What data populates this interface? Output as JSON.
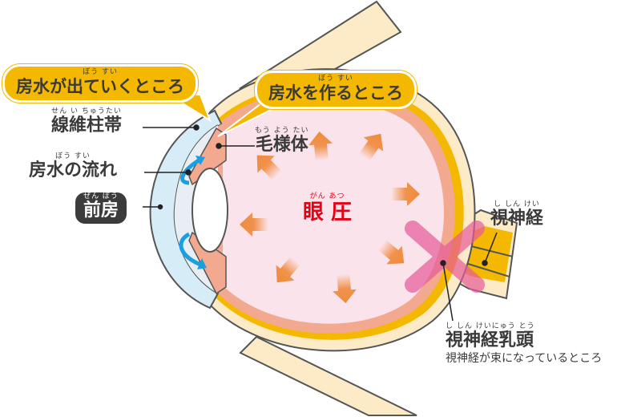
{
  "callouts": {
    "outflow": {
      "ruby": "ぼう すい",
      "text": "房水が出ていくところ"
    },
    "production": {
      "ruby": "ぼう すい",
      "text": "房水を作るところ"
    }
  },
  "labels": {
    "zonule": {
      "ruby": "せん い ちゅうたい",
      "text": "線維柱帯"
    },
    "ciliary_body": {
      "ruby": "もう よう たい",
      "text": "毛様体"
    },
    "aqueous_flow": {
      "ruby": "ぼう すい",
      "text": "房水の流れ"
    },
    "anterior_chamber": {
      "ruby": "ぜん ぼう",
      "text": "前房"
    },
    "intraocular_pressure": {
      "ruby": "がん あつ",
      "text": "眼 圧"
    },
    "optic_nerve": {
      "ruby": "し しん けい",
      "text": "視神経"
    },
    "optic_disc": {
      "ruby": "し しん けいにゅう とう",
      "text": "視神経乳頭",
      "note": "視神経が束になっているところ"
    }
  },
  "colors": {
    "callout": "#f4b800",
    "pressure_text": "#e60012",
    "pressure_arrow": "#ef8a3c",
    "vitreous": "#fbe3ec",
    "sclera": "#fdebc8",
    "retina": "#f2a98f",
    "choroid": "#f5b800",
    "cornea": "#d6ecf7",
    "flow_arrow": "#1aa0e0",
    "optic_disc_marker": "#e75a9a"
  }
}
